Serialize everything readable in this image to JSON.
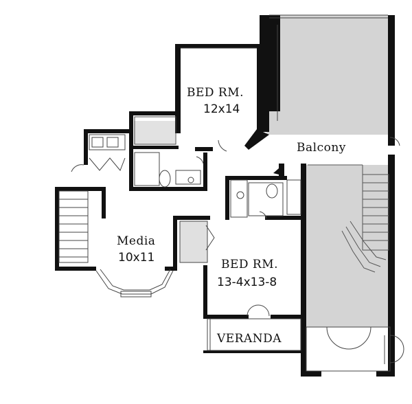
{
  "rooms": {
    "bed1": {
      "name": "BED  RM.",
      "size": "12x14"
    },
    "bed2": {
      "name": "BED  RM.",
      "size": "13-4x13-8"
    },
    "media": {
      "name": "Media",
      "size": "10x11"
    },
    "balcony": {
      "name": "Balcony"
    },
    "veranda": {
      "name": "VERANDA"
    }
  },
  "colors": {
    "wall": "#111111",
    "open_to_below": "#d4d4d4",
    "floor": "#ffffff"
  }
}
